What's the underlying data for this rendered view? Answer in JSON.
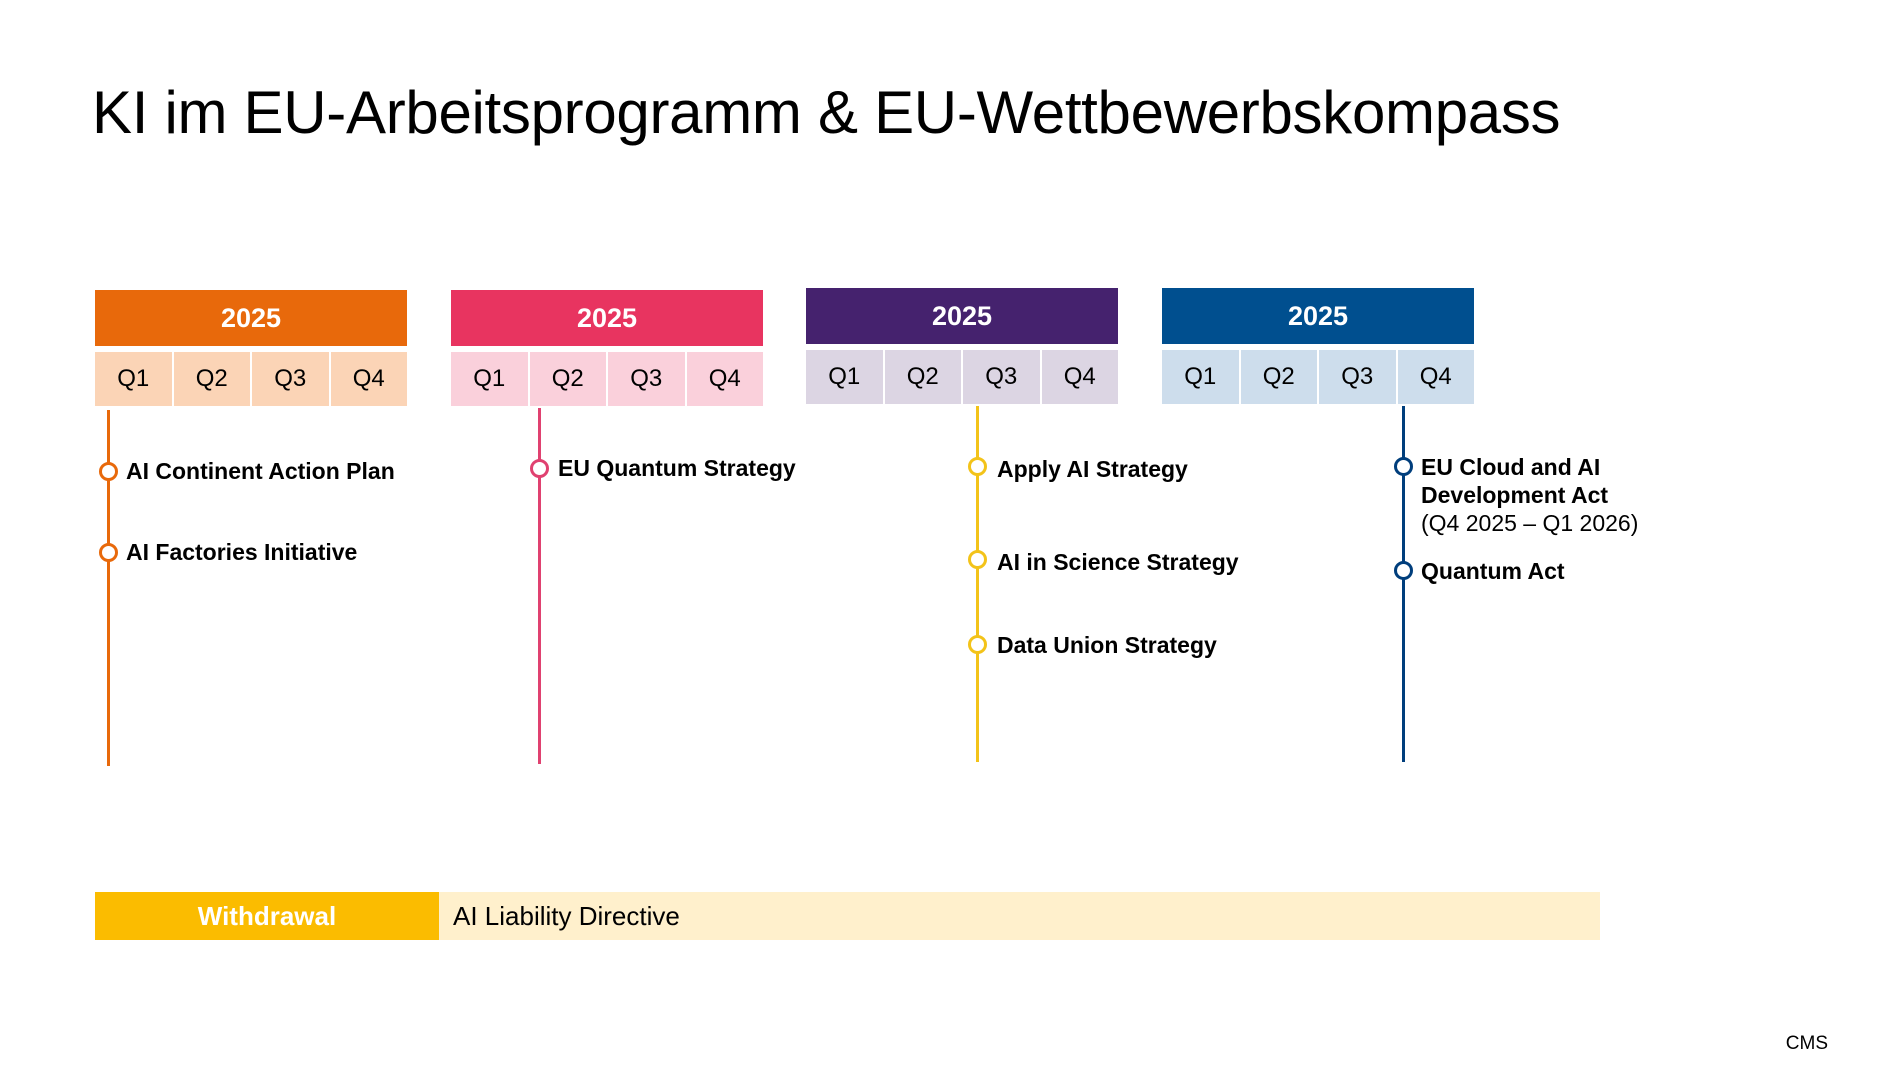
{
  "title": "KI im EU-Arbeitsprogramm & EU-Wettbewerbskompass",
  "groups": [
    {
      "year": "2025",
      "quarters": [
        "Q1",
        "Q2",
        "Q3",
        "Q4"
      ],
      "colors": {
        "header": "#e8690b",
        "quarter": "#fbd4b6",
        "line": "#e8690b"
      },
      "items": [
        {
          "title": "AI Continent Action Plan"
        },
        {
          "title": "AI Factories Initiative"
        }
      ]
    },
    {
      "year": "2025",
      "quarters": [
        "Q1",
        "Q2",
        "Q3",
        "Q4"
      ],
      "colors": {
        "header": "#e83460",
        "quarter": "#fad0db",
        "line": "#e04170"
      },
      "items": [
        {
          "title": "EU Quantum Strategy"
        }
      ]
    },
    {
      "year": "2025",
      "quarters": [
        "Q1",
        "Q2",
        "Q3",
        "Q4"
      ],
      "colors": {
        "header": "#45226e",
        "quarter": "#dcd5e3",
        "line": "#f3c319"
      },
      "items": [
        {
          "title": "Apply AI Strategy"
        },
        {
          "title": "AI in Science Strategy"
        },
        {
          "title": "Data Union Strategy"
        }
      ]
    },
    {
      "year": "2025",
      "quarters": [
        "Q1",
        "Q2",
        "Q3",
        "Q4"
      ],
      "colors": {
        "header": "#004f8f",
        "quarter": "#cdddec",
        "line": "#003e7c"
      },
      "items": [
        {
          "title": "EU Cloud and AI Development Act",
          "note": "(Q4 2025 – Q1 2026)"
        },
        {
          "title": "Quantum Act"
        }
      ]
    }
  ],
  "withdrawal": {
    "tag": "Withdrawal",
    "text": "AI Liability Directive",
    "colors": {
      "tag": "#fbbc00",
      "bar": "#fff0cc"
    }
  },
  "footer": "CMS"
}
